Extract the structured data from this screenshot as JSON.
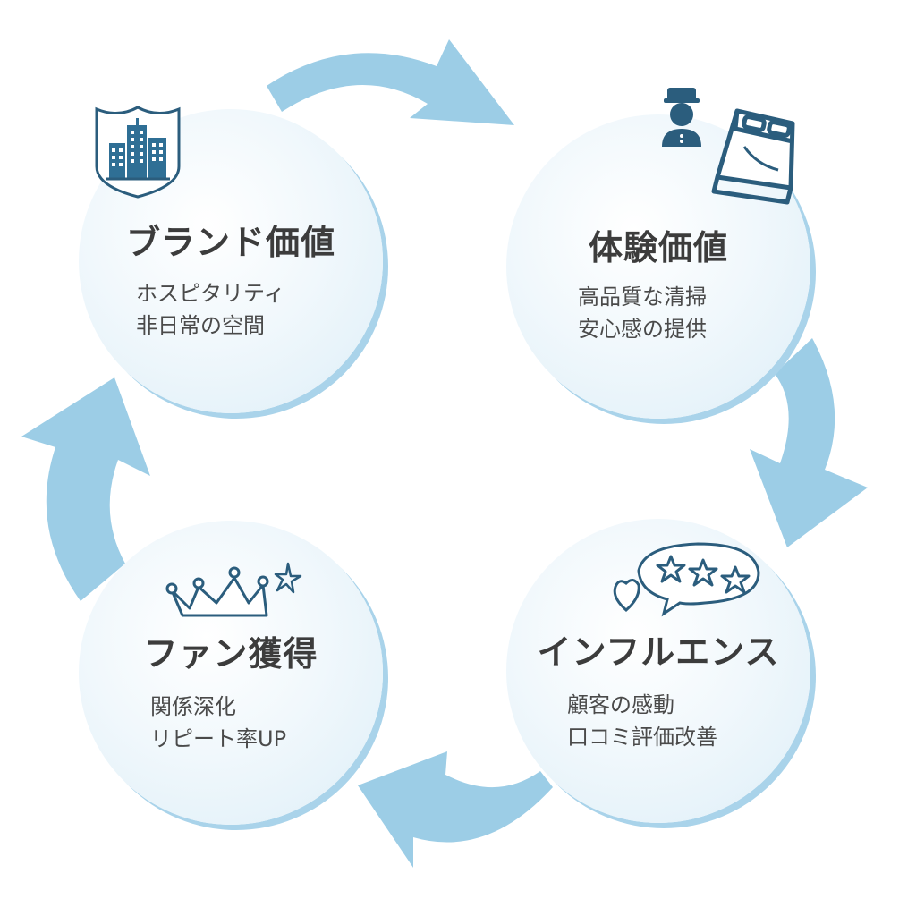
{
  "colors": {
    "arrow": "#9ccde6",
    "icon": "#2b5d7d",
    "icon_light": "#2f6f95",
    "title": "#3c3c3c",
    "text": "#4a4a4a"
  },
  "nodes": [
    {
      "id": "brand",
      "title": "ブランド価値",
      "lines": [
        "ホスピタリティ",
        "非日常の空間"
      ],
      "icon": "building-shield-icon"
    },
    {
      "id": "experience",
      "title": "体験価値",
      "lines": [
        "高品質な清掃",
        "安心感の提供"
      ],
      "icon": "bellboy-bed-icon"
    },
    {
      "id": "influence",
      "title": "インフルエンス",
      "lines": [
        "顧客の感動",
        "口コミ評価改善"
      ],
      "icon": "review-stars-icon"
    },
    {
      "id": "fan",
      "title": "ファン獲得",
      "lines": [
        "関係深化",
        "リピート率UP"
      ],
      "icon": "crown-sparkle-icon"
    }
  ]
}
